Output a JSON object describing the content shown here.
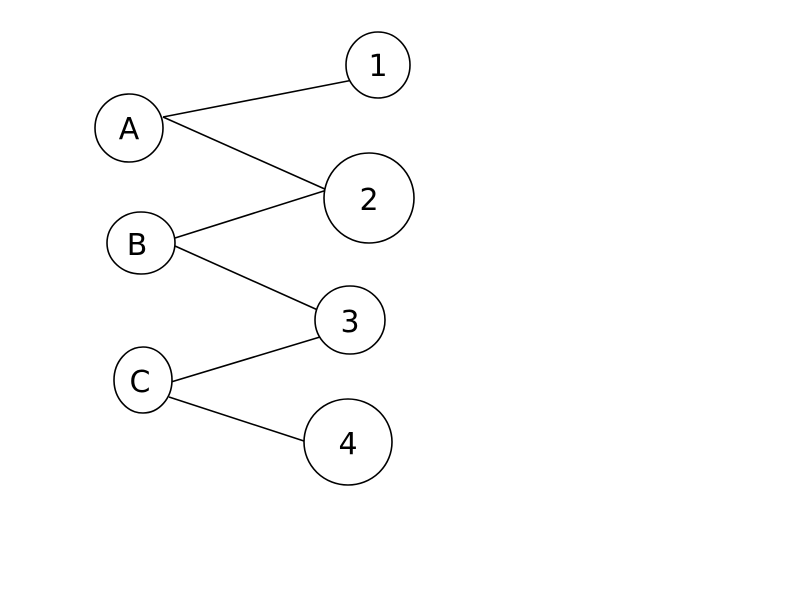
{
  "diagram": {
    "nodes": [
      {
        "id": "A",
        "label": "A"
      },
      {
        "id": "B",
        "label": "B"
      },
      {
        "id": "C",
        "label": "C"
      },
      {
        "id": "1",
        "label": "1"
      },
      {
        "id": "2",
        "label": "2"
      },
      {
        "id": "3",
        "label": "3"
      },
      {
        "id": "4",
        "label": "4"
      }
    ],
    "edges": [
      {
        "from": "A",
        "to": "1"
      },
      {
        "from": "A",
        "to": "2"
      },
      {
        "from": "B",
        "to": "2"
      },
      {
        "from": "B",
        "to": "3"
      },
      {
        "from": "C",
        "to": "3"
      },
      {
        "from": "C",
        "to": "4"
      }
    ]
  }
}
